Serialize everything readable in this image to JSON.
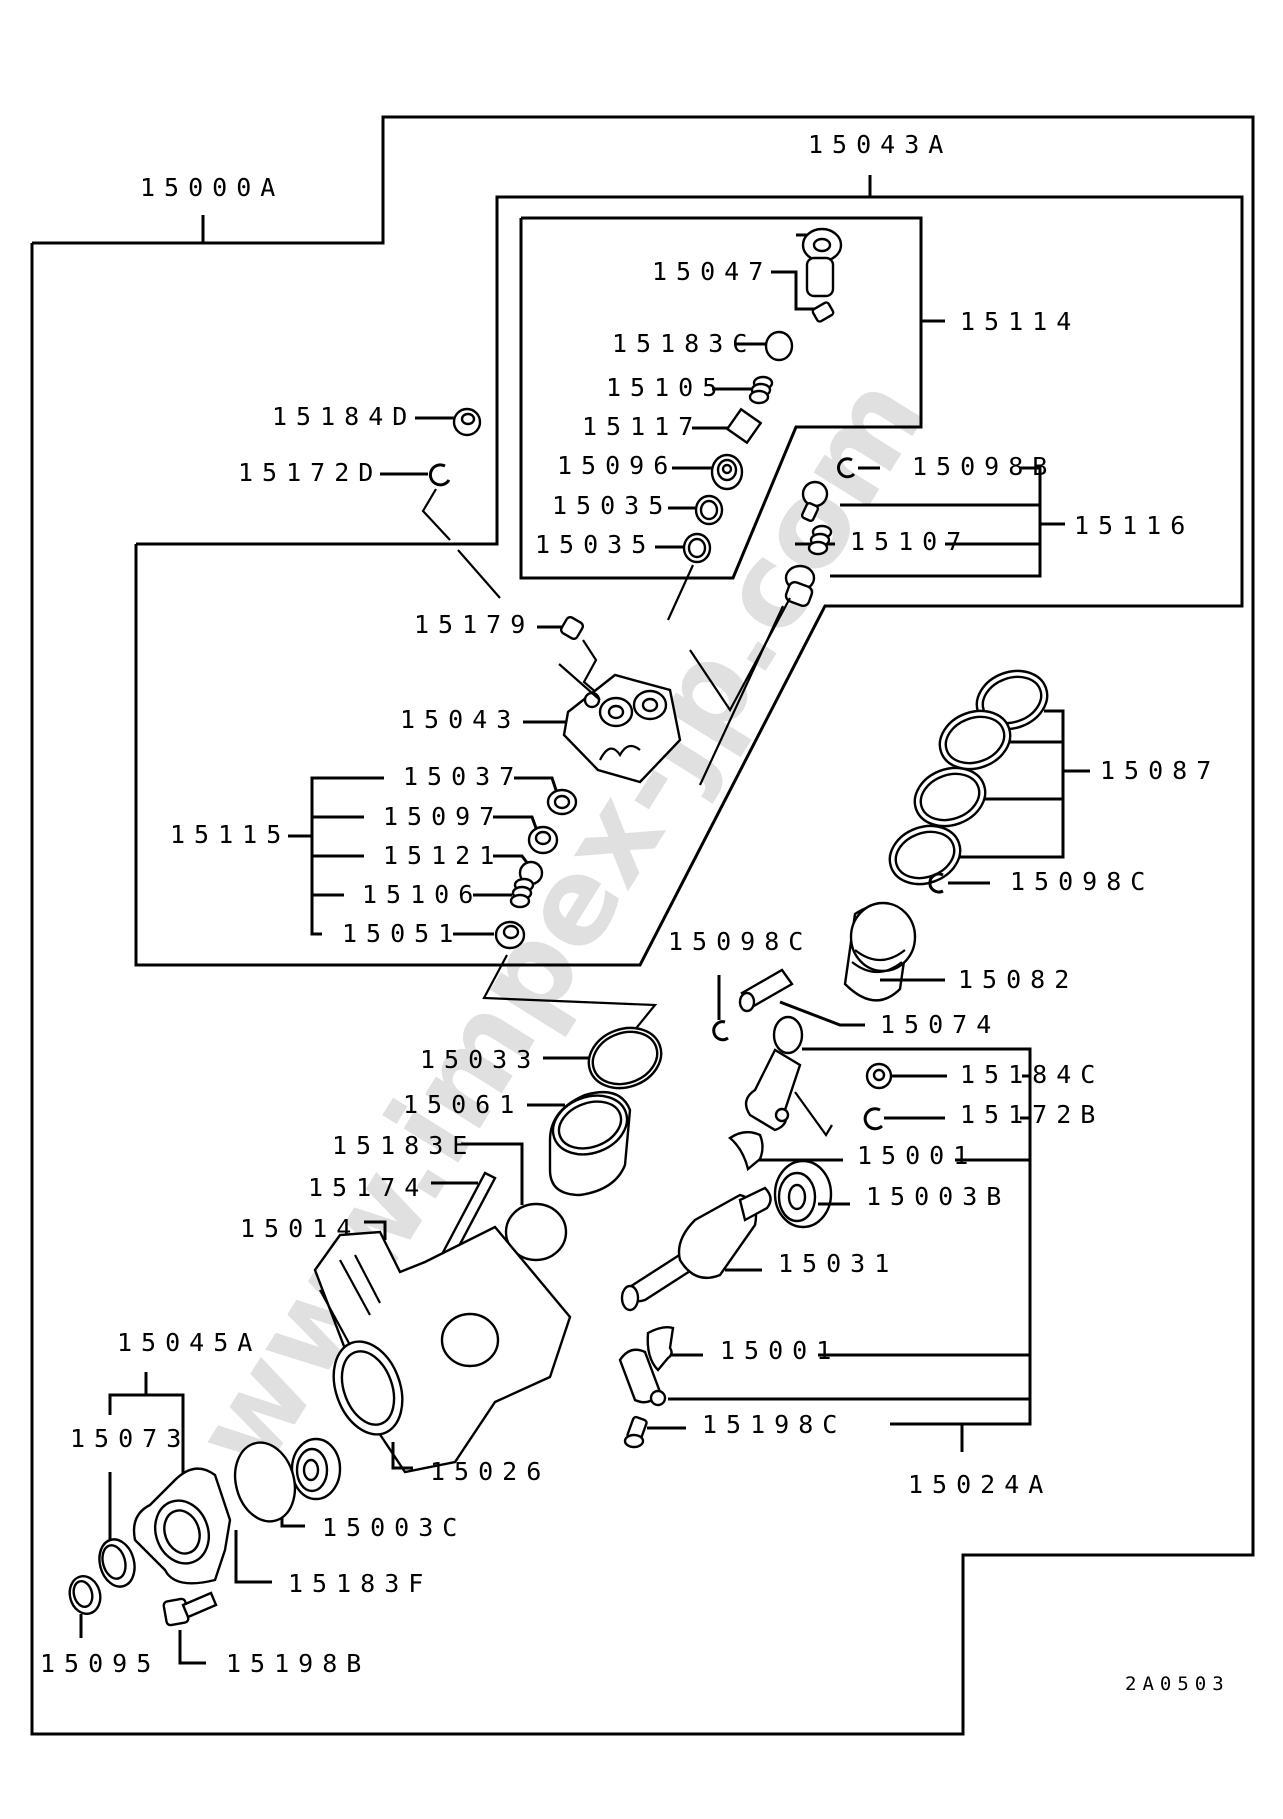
{
  "diagram": {
    "title": "Engine parts exploded diagram",
    "drawing_code": "2A0503",
    "watermark": "www.impex-jp.com",
    "groups": {
      "assembly": "15000A",
      "cylinder_head_assy": "15043A",
      "valve_assy_top": "15114",
      "valve_assy_side": "15116",
      "valve_assy_lower": "15115",
      "piston_rings": "15087",
      "crankshaft_assy": "15024A",
      "cover_assy": "15045A"
    },
    "labels": {
      "p15047": "15047",
      "p15183C": "15183C",
      "p15105": "15105",
      "p15117": "15117",
      "p15096": "15096",
      "p15035a": "15035",
      "p15035b": "15035",
      "p15184D": "15184D",
      "p15172D": "15172D",
      "p15098B": "15098B",
      "p15107": "15107",
      "p15179": "15179",
      "p15043": "15043",
      "p15037": "15037",
      "p15097": "15097",
      "p15121": "15121",
      "p15106": "15106",
      "p15051": "15051",
      "p15098C_right": "15098C",
      "p15098C_left": "15098C",
      "p15082": "15082",
      "p15074": "15074",
      "p15184C": "15184C",
      "p15172B": "15172B",
      "p15001a": "15001",
      "p15003B": "15003B",
      "p15031": "15031",
      "p15001b": "15001",
      "p15198C": "15198C",
      "p15033": "15033",
      "p15061": "15061",
      "p15183E": "15183E",
      "p15174": "15174",
      "p15014": "15014",
      "p15073": "15073",
      "p15026": "15026",
      "p15003C": "15003C",
      "p15183F": "15183F",
      "p15095": "15095",
      "p15198B": "15198B"
    }
  }
}
